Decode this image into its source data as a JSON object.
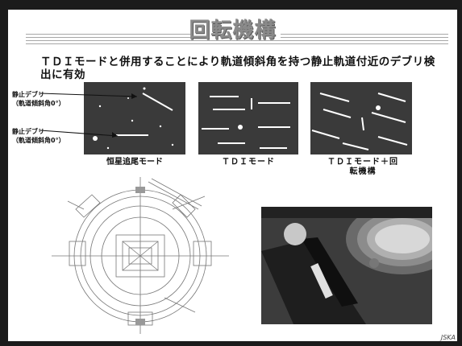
{
  "slide": {
    "title": "回転機構",
    "subtitle_line1": "ＴＤＩモードと併用することにより軌道傾斜角を持つ静止軌道付近のデブリ検",
    "subtitle_line2": "出に有効",
    "annotations": [
      {
        "line1": "静止デブリ",
        "line2": "（軌道傾斜角0°）"
      },
      {
        "line1": "静止デブリ",
        "line2": "（軌道傾斜角0°）"
      }
    ],
    "panels": [
      {
        "caption": "恒星追尾モード"
      },
      {
        "caption": "ＴＤＩモード"
      },
      {
        "caption": "ＴＤＩモード＋回転機構"
      }
    ],
    "footer_mark": "JSKA"
  }
}
